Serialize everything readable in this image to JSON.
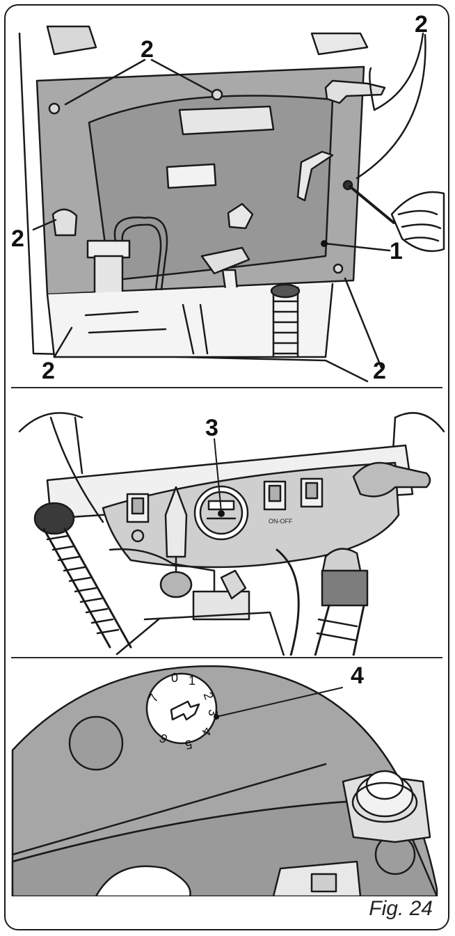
{
  "figure": {
    "caption": "Fig. 24",
    "top_panel": {
      "callouts": [
        "2",
        "2",
        "2",
        "2",
        "2",
        "1"
      ]
    },
    "middle_panel": {
      "callout": "3",
      "switch_label": "ON-OFF"
    },
    "bottom_panel": {
      "callout": "4",
      "dial_numbers": [
        "0",
        "1",
        "2",
        "3",
        "4",
        "5",
        "6",
        "7"
      ]
    }
  }
}
